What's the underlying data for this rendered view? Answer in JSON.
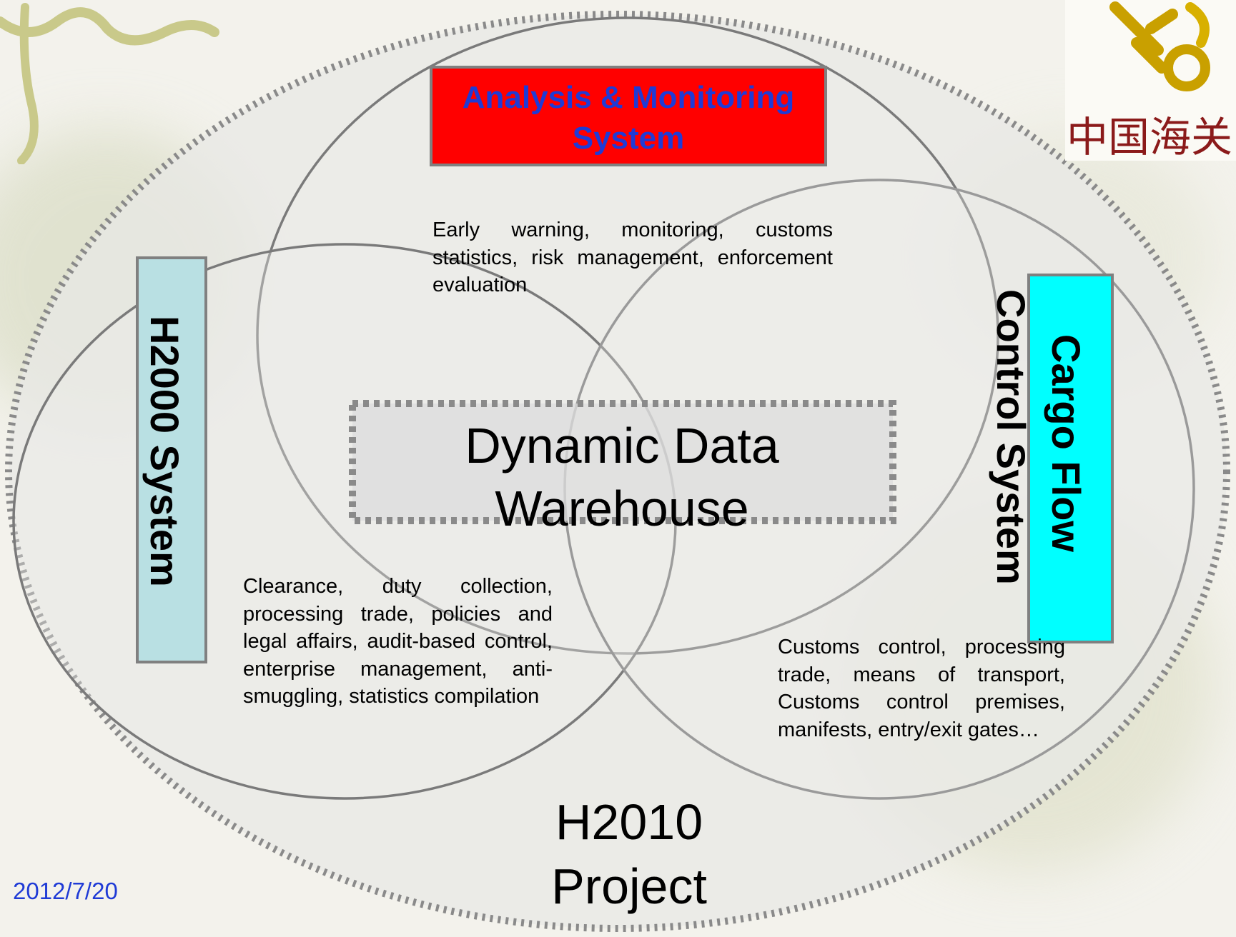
{
  "systems": {
    "analysis_monitoring": {
      "label": "Analysis & Monitoring System",
      "color": "#ff0000",
      "text_color": "#1f3bd6",
      "description": "Early warning, monitoring, customs statistics, risk management, enforcement evaluation"
    },
    "h2000": {
      "label": "H2000 System",
      "color": "#b9e0e3",
      "description": "Clearance, duty collection, processing trade, policies and legal affairs, audit-based control, enterprise management, anti-smuggling, statistics compilation"
    },
    "cargo_flow": {
      "label": "Cargo Flow Control System",
      "line1": "Cargo Flow",
      "line2": "Control System",
      "color": "#00ffff",
      "description": "Customs control, processing trade, means of transport, Customs control premises, manifests, entry/exit gates…"
    }
  },
  "center": {
    "label": "Dynamic Data Warehouse"
  },
  "project": {
    "label": "H2010 Project"
  },
  "footer": {
    "date": "2012/7/20",
    "date_color": "#1f3bd6"
  },
  "logo": {
    "name": "china-customs-emblem",
    "text": "中国海关"
  }
}
